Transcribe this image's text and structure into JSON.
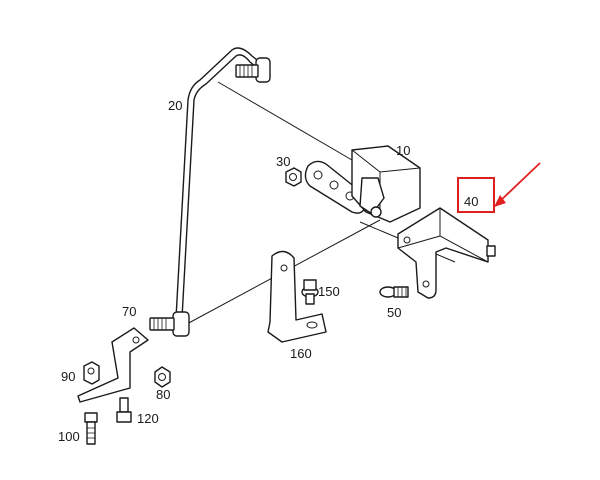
{
  "diagram": {
    "part_labels": {
      "p10": "10",
      "p20": "20",
      "p30": "30",
      "p40": "40",
      "p50": "50",
      "p70": "70",
      "p80": "80",
      "p90": "90",
      "p100": "100",
      "p120": "120",
      "p150": "150",
      "p160": "160"
    },
    "highlight": {
      "part": "40",
      "box_color": "#e02020",
      "arrow_color": "#e02020"
    }
  }
}
